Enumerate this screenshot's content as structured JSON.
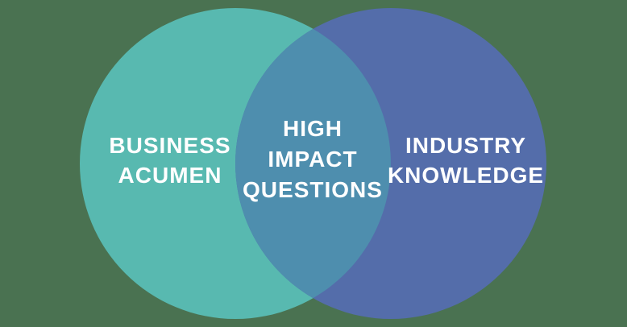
{
  "diagram": {
    "type": "venn",
    "background_color": "#4A7251",
    "text_color": "#FFFFFF",
    "left_circle": {
      "color": "#58B9B0",
      "label_lines": [
        "BUSINESS",
        "ACUMEN"
      ]
    },
    "right_circle": {
      "color": "#546DAA",
      "label_lines": [
        "INDUSTRY",
        "KNOWLEDGE"
      ]
    },
    "overlap": {
      "color": "#4E8EAE",
      "label_lines": [
        "HIGH",
        "IMPACT",
        "QUESTIONS"
      ]
    }
  }
}
